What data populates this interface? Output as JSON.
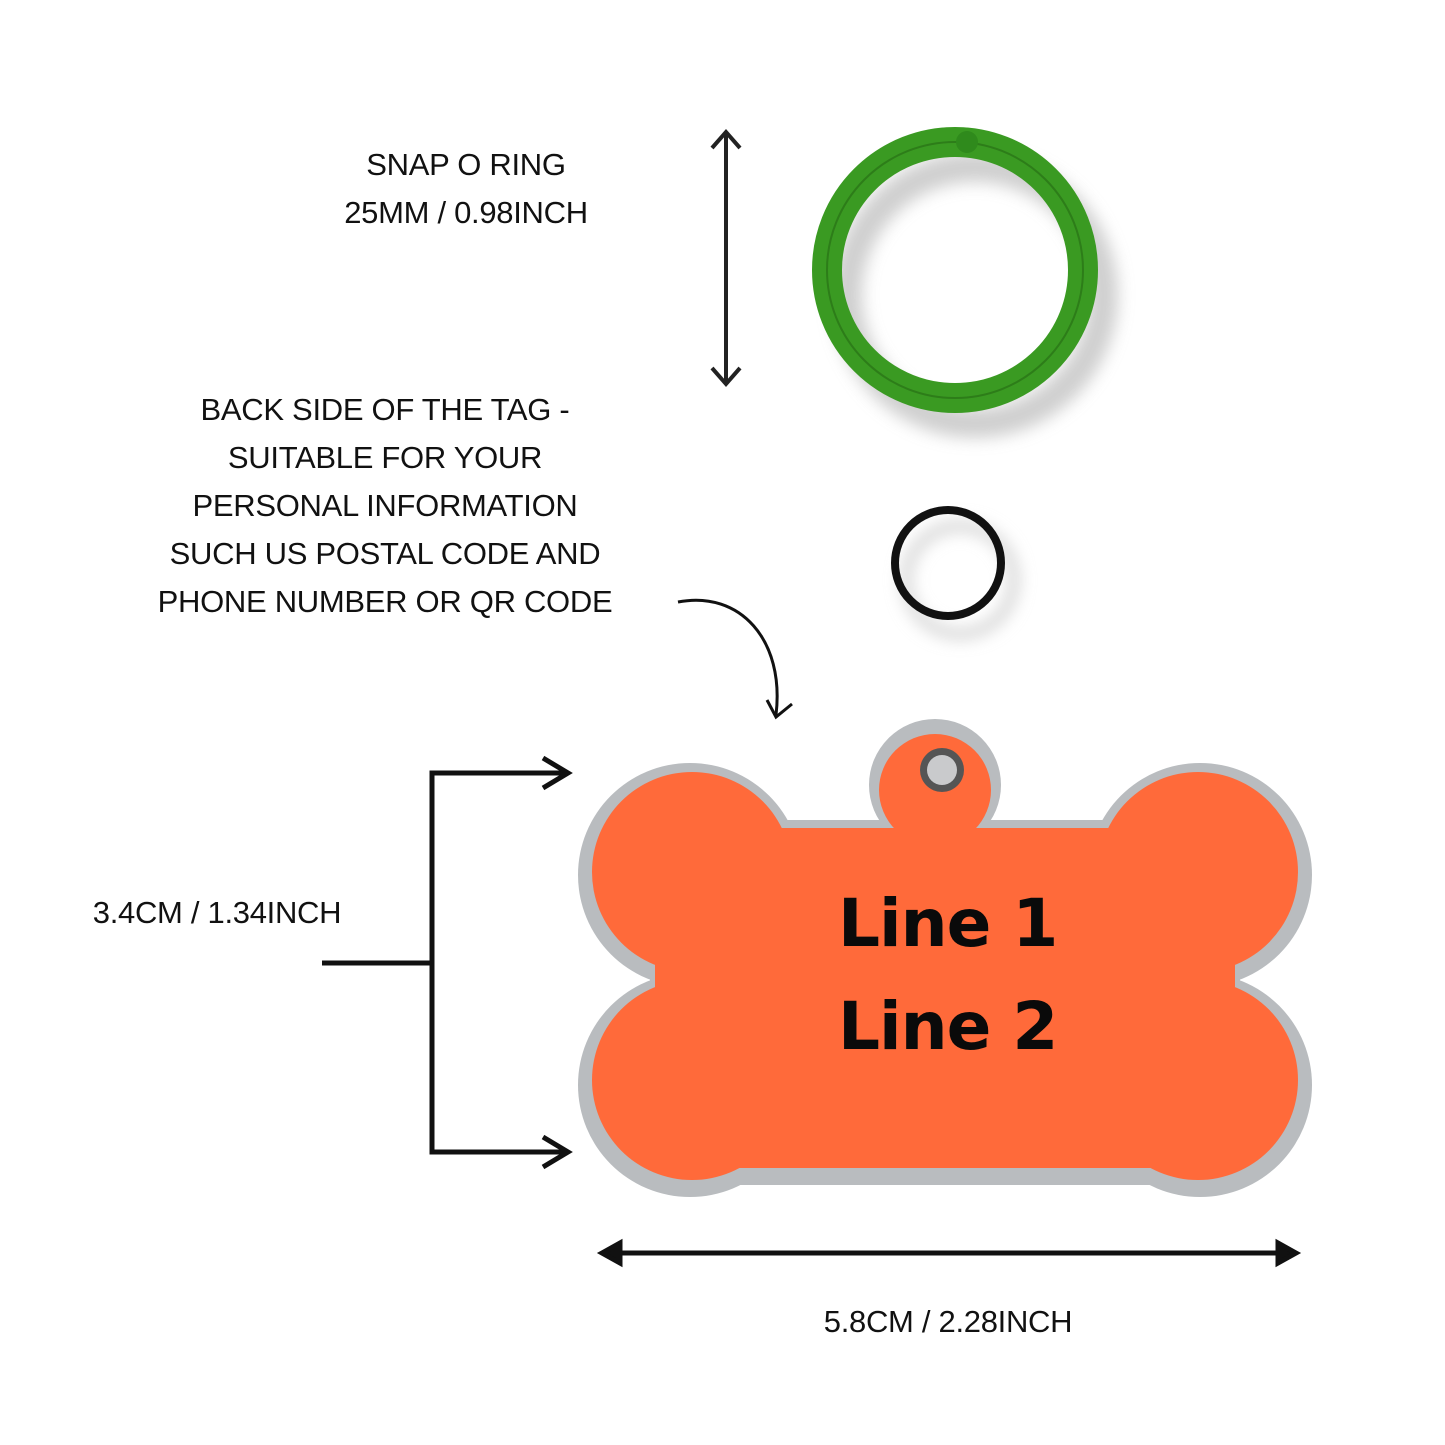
{
  "ring": {
    "title": "SNAP O RING",
    "size": "25MM / 0.98INCH",
    "color": "#3a9a22"
  },
  "back_note": {
    "lines": [
      "BACK SIDE OF THE TAG -",
      "SUITABLE FOR YOUR",
      "PERSONAL INFORMATION",
      "SUCH US POSTAL CODE AND",
      "PHONE NUMBER OR QR CODE"
    ]
  },
  "tag": {
    "line1": "Line 1",
    "line2": "Line 2",
    "color": "#ff6a3a",
    "edge_color": "#b9bcbf"
  },
  "dimensions": {
    "height": "3.4CM / 1.34INCH",
    "width": "5.8CM / 2.28INCH"
  }
}
